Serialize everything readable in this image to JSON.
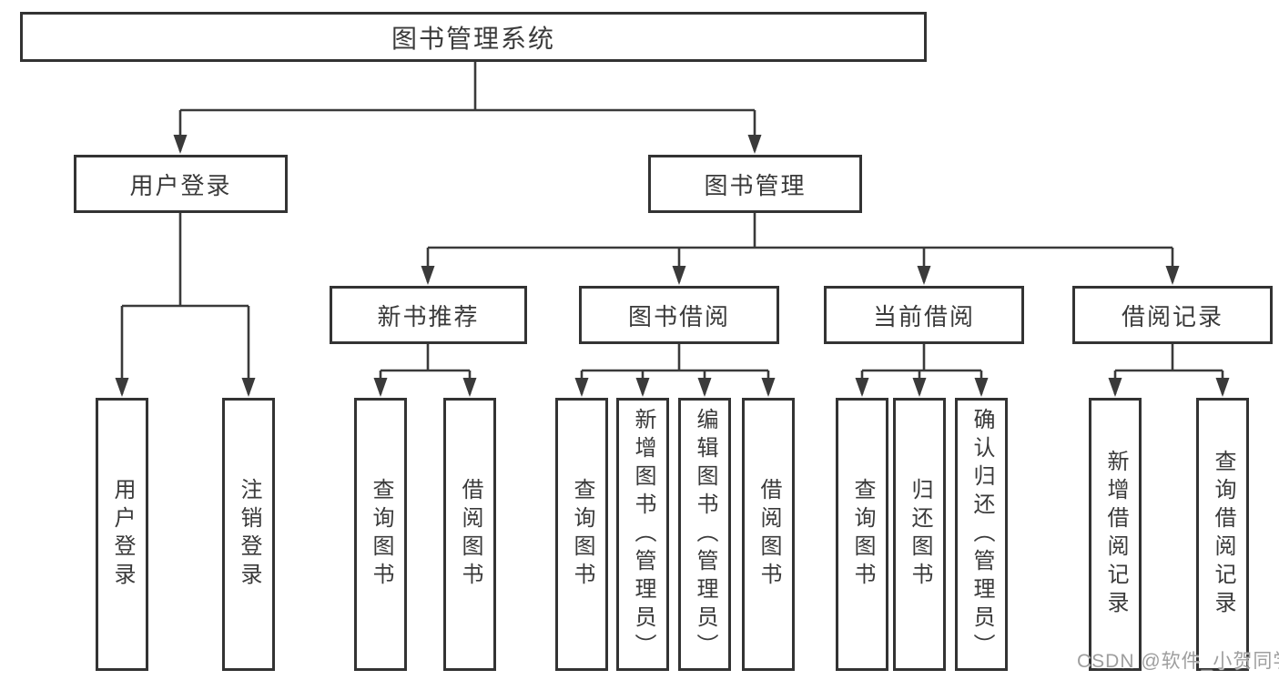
{
  "tree": {
    "root": "图书管理系统",
    "level2": [
      "用户登录",
      "图书管理"
    ],
    "level3": [
      "新书推荐",
      "图书借阅",
      "当前借阅",
      "借阅记录"
    ],
    "children": {
      "user_login": [
        "用户登录",
        "注销登录"
      ],
      "new_book": [
        "查询图书",
        "借阅图书"
      ],
      "borrow": [
        "查询图书",
        "新增图书（管理员）",
        "编辑图书（管理员）",
        "借阅图书"
      ],
      "current": [
        "查询图书",
        "归还图书",
        "确认归还（管理员）"
      ],
      "records": [
        "新增借阅记录",
        "查询借阅记录"
      ]
    }
  },
  "watermark": "CSDN @软件_小贺同学",
  "colors": {
    "line": "#3a3a3a",
    "box_border": "#333333",
    "text": "#3a3a3a",
    "watermark": "#9e9e9e",
    "background": "#ffffff"
  }
}
